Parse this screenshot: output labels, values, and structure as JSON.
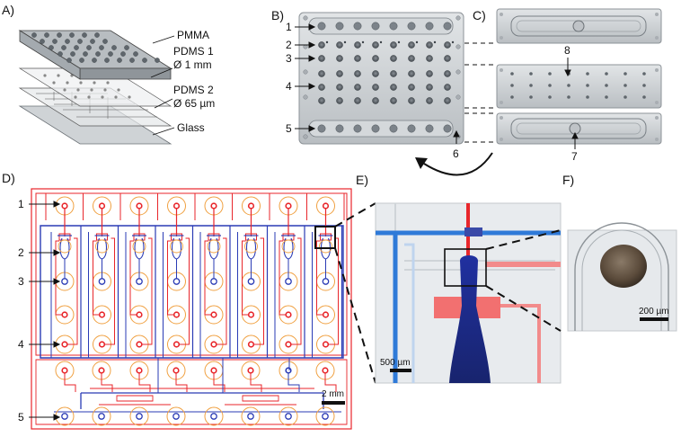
{
  "panels": {
    "a": "A)",
    "b": "B)",
    "c": "C)",
    "d": "D)",
    "e": "E)",
    "f": "F)"
  },
  "layers": {
    "pmma": "PMMA",
    "pdms1": "PDMS 1",
    "pdms1_dia": "Ø 1 mm",
    "pdms2": "PDMS 2",
    "pdms2_dia": "Ø 65 µm",
    "glass": "Glass"
  },
  "callouts_b": [
    "1",
    "2",
    "3",
    "4",
    "5",
    "6"
  ],
  "callouts_c": [
    "8",
    "7"
  ],
  "callouts_d": [
    "1",
    "2",
    "3",
    "4",
    "5"
  ],
  "scalebars": {
    "d": "2 mm",
    "e": "500 µm",
    "f": "200 µm"
  },
  "colors": {
    "red_channel": "#e8262b",
    "blue_channel": "#2a3bb5",
    "well_ring": "#f0a040",
    "plate_gray": "#c9cdd0",
    "dye_blue": "#1f2f8f",
    "dye_red": "#f06a6a"
  }
}
